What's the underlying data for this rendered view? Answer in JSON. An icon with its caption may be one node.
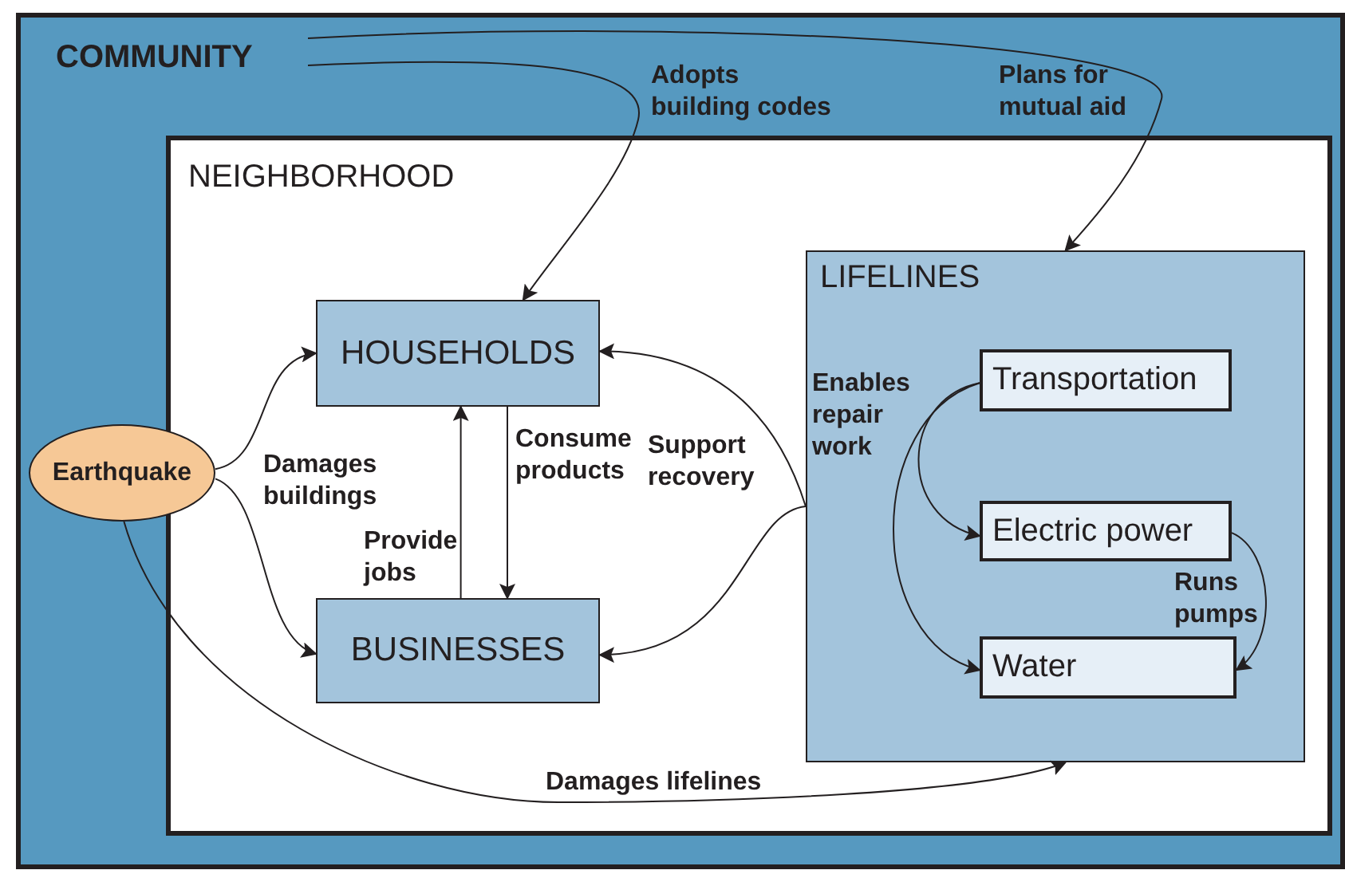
{
  "diagram": {
    "nodes": [
      {
        "text": [
          "COMMUNITY"
        ]
      },
      {
        "text": [
          "NEIGHBORHOOD"
        ],
        "in": 0
      },
      {
        "text": [
          "HOUSEHOLDS"
        ],
        "in": 1
      },
      {
        "text": [
          "Earthquake"
        ],
        "in": 0
      },
      {
        "text": [
          "BUSINESSES"
        ],
        "in": 1
      },
      {
        "text": [
          "LIFELINES"
        ],
        "in": 1
      },
      {
        "text": [
          "Transportation"
        ],
        "in": 5
      },
      {
        "text": [
          "Electric power"
        ],
        "in": 5
      },
      {
        "text": [
          "Water"
        ],
        "in": 5
      }
    ],
    "edges": [
      {
        "from": 0,
        "to": 2,
        "arrow": "to",
        "label": "Adopts building codes"
      },
      {
        "from": 0,
        "to": 5,
        "arrow": "to",
        "label": "Plans for mutual aid"
      },
      {
        "from": 3,
        "to": 2,
        "arrow": "to"
      },
      {
        "from": 3,
        "to": 4,
        "arrow": "to",
        "label": "Damages buildings"
      },
      {
        "from": 4,
        "to": 2,
        "arrow": "to",
        "label": "Provide jobs"
      },
      {
        "from": 2,
        "to": 4,
        "arrow": "to",
        "label": "Consume products"
      },
      {
        "from": 5,
        "to": 2,
        "arrow": "to",
        "label": "Support recovery"
      },
      {
        "from": 5,
        "to": 4,
        "arrow": "to"
      },
      {
        "from": 3,
        "to": 5,
        "arrow": "to",
        "label": "Damages lifelines"
      },
      {
        "from": 6,
        "to": 7,
        "arrow": "to",
        "label": "Enables repair work"
      },
      {
        "from": 6,
        "to": 8,
        "arrow": "to"
      },
      {
        "from": 7,
        "to": 8,
        "arrow": "to",
        "label": "Runs pumps"
      }
    ]
  }
}
